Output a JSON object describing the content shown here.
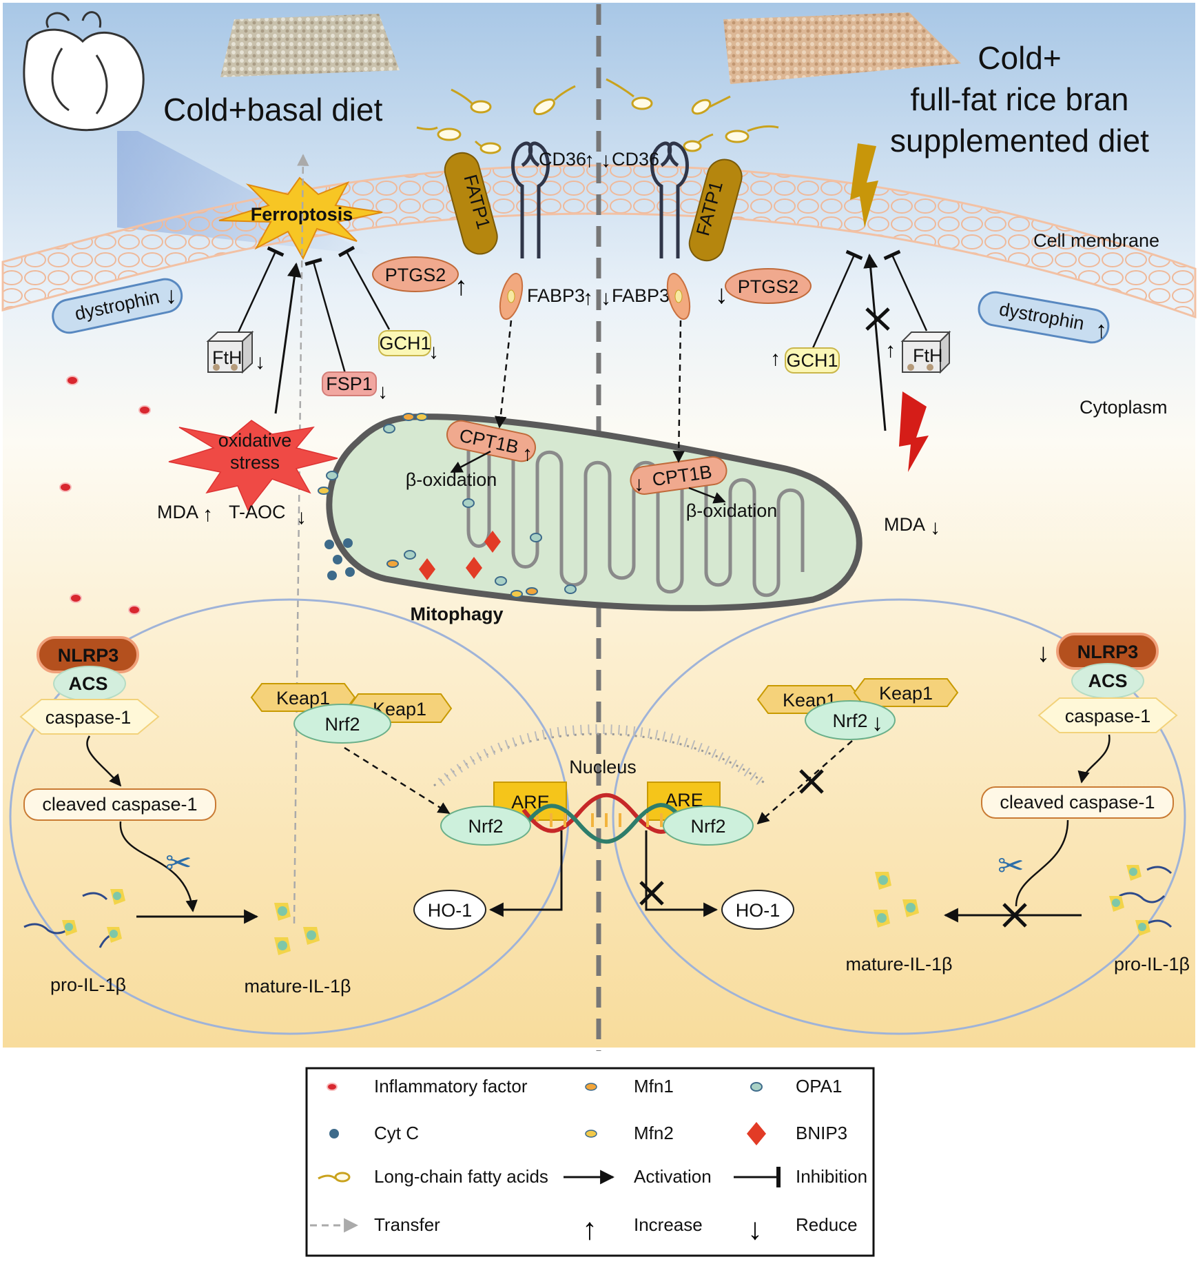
{
  "titles": {
    "left": "Cold+basal diet",
    "right_line1": "Cold+",
    "right_line2": "full-fat rice bran",
    "right_line3": "supplemented diet"
  },
  "regions": {
    "cell_membrane": "Cell membrane",
    "cytoplasm": "Cytoplasm",
    "nucleus": "Nucleus",
    "mitophagy": "Mitophagy"
  },
  "labels": {
    "ferroptosis": "Ferroptosis",
    "fatp1": "FATP1",
    "cd36": "CD36",
    "ptgs2": "PTGS2",
    "fabp3": "FABP3",
    "dystrophin": "dystrophin",
    "fth": "FtH",
    "gch1": "GCH1",
    "fsp1": "FSP1",
    "oxidative_stress_l1": "oxidative",
    "oxidative_stress_l2": "stress",
    "mda": "MDA",
    "taoc": "T-AOC",
    "cpt1b": "CPT1B",
    "beta_oxidation": "β-oxidation",
    "nlrp3": "NLRP3",
    "acs": "ACS",
    "caspase1": "caspase-1",
    "cleaved_caspase1": "cleaved caspase-1",
    "keap1": "Keap1",
    "nrf2": "Nrf2",
    "are": "ARE",
    "ho1": "HO-1",
    "pro_il1b": "pro-IL-1β",
    "mature_il1b": "mature-IL-1β"
  },
  "legend": {
    "inflammatory_factor": "Inflammatory factor",
    "mfn1": "Mfn1",
    "opa1": "OPA1",
    "cytc": "Cyt C",
    "mfn2": "Mfn2",
    "bnip3": "BNIP3",
    "lcfa": "Long-chain fatty acids",
    "activation": "Activation",
    "inhibition": "Inhibition",
    "transfer": "Transfer",
    "increase": "Increase",
    "reduce": "Reduce"
  },
  "colors": {
    "sky_top": "#a9c8e8",
    "cytoplasm_bottom": "#f9dea0",
    "membrane": "#f3bfa0",
    "mito_fill": "#d6e8d1",
    "nlrp3": "#b4501e",
    "keap1": "#f5d27a",
    "nrf2": "#cdf0dc",
    "ptgs2": "#f0a98e",
    "fsp1": "#f1a7a0",
    "gch1": "#fbf7b6",
    "fatp1": "#b5860e",
    "ferroptosis": "#f7c624",
    "oxidative_stress": "#ef4a45",
    "bnip3": "#e23b26",
    "inflammatory": "#d8272f",
    "cytc": "#3d6a8a"
  }
}
